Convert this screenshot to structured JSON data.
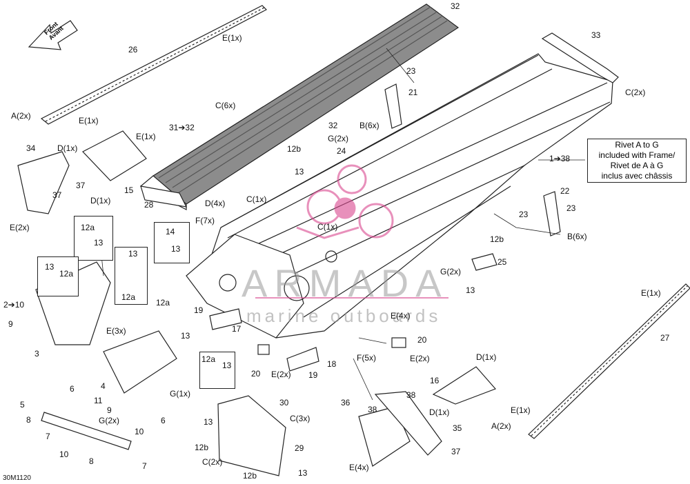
{
  "watermark": {
    "brand": "ARMADA",
    "sub": "marine outboards"
  },
  "figure_code": "30M1120",
  "front_arrow": {
    "line1": "Front",
    "line2": "Avant"
  },
  "note": {
    "line1": "Rivet A to G",
    "line2": "included with Frame/",
    "line3": "Rivet de A à G",
    "line4": "inclus avec châssis"
  },
  "callouts": {
    "l32a": "32",
    "l26": "26",
    "lE1a": "E(1x)",
    "lA2a": "A(2x)",
    "lE1b": "E(1x)",
    "lC6": "C(6x)",
    "l3132": "31➔32",
    "l34": "34",
    "lD1a": "D(1x)",
    "lE1c": "E(1x)",
    "l37a": "37",
    "l37b": "37",
    "lD1b": "D(1x)",
    "l15": "15",
    "lE2a": "E(2x)",
    "l28": "28",
    "lD4": "D(4x)",
    "l33": "33",
    "lC2a": "C(2x)",
    "l23a": "23",
    "l21": "21",
    "lB6a": "B(6x)",
    "l32b": "32",
    "lG2a": "G(2x)",
    "l12b1": "12b",
    "l24": "24",
    "l13a": "13",
    "l138": "1➔38",
    "lC1a": "C(1x)",
    "lF7": "F(7x)",
    "lC1b": "C(1x)",
    "l14": "14",
    "l13b": "13",
    "l12a1": "12a",
    "l13c": "13",
    "l13d": "13",
    "l12a2": "12a",
    "l13e": "13",
    "l12a3": "12a",
    "l210": "2➔10",
    "l9a": "9",
    "l3": "3",
    "lE3": "E(3x)",
    "l12a4": "12a",
    "l13f": "13",
    "l19a": "19",
    "l17": "17",
    "l22": "22",
    "l23b": "23",
    "l23c": "23",
    "lB6b": "B(6x)",
    "l12b2": "12b",
    "l25": "25",
    "lG2b": "G(2x)",
    "l13g": "13",
    "lE4a": "E(4x)",
    "l20a": "20",
    "lE2b": "E(2x)",
    "lF5": "F(5x)",
    "l20b": "20",
    "lE2c": "E(2x)",
    "l18": "18",
    "l19b": "19",
    "l12a5": "12a",
    "l13h": "13",
    "l4": "4",
    "l6a": "6",
    "l9b": "9",
    "lG1": "G(1x)",
    "l6b": "6",
    "l5": "5",
    "l11": "11",
    "lG2c": "G(2x)",
    "l8a": "8",
    "l7a": "7",
    "l10a": "10",
    "l10b": "10",
    "l8b": "8",
    "l7b": "7",
    "l30": "30",
    "lC3": "C(3x)",
    "l13i": "13",
    "l12b3": "12b",
    "lC2b": "C(2x)",
    "l29": "29",
    "l12b4": "12b",
    "l13j": "13",
    "l36": "36",
    "l38a": "38",
    "l38b": "38",
    "l35": "35",
    "l37c": "37",
    "lE4b": "E(4x)",
    "lD1c": "D(1x)",
    "l16": "16",
    "lD1d": "D(1x)",
    "lE1d": "E(1x)",
    "l27": "27",
    "lE1e": "E(1x)",
    "lA2b": "A(2x)"
  },
  "colors": {
    "line": "#222222",
    "panel": "#8c8c8c",
    "watermark_logo": "#d9478f"
  }
}
